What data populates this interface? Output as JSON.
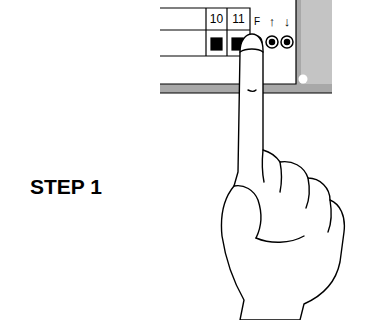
{
  "diagram": {
    "title": "STEP 1",
    "labels": [
      "10",
      "11",
      "F",
      "↑",
      "↓"
    ]
  }
}
